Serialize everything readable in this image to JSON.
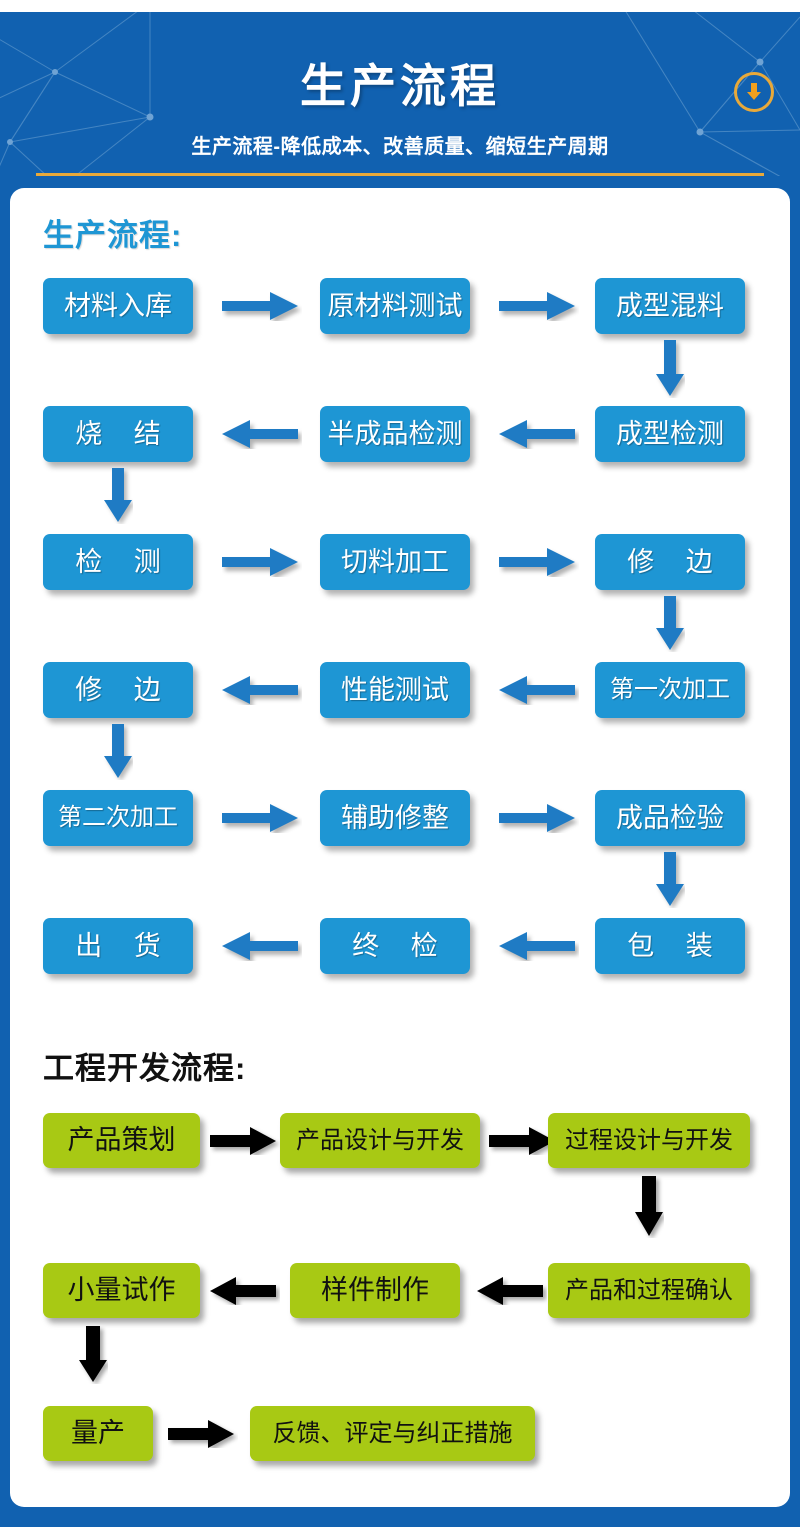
{
  "header": {
    "title": "生产流程",
    "subtitle": "生产流程-降低成本、改善质量、缩短生产周期",
    "download_icon": "download-circle-icon",
    "accent_orange": "#E8A93A",
    "background_blue": "#1161B0"
  },
  "sections": [
    {
      "id": "production",
      "heading": "生产流程:",
      "heading_color": "#1E96D4",
      "node_color": "#1E96D4",
      "node_text_color": "#FFFFFF",
      "arrow_color": "#1F7BC4",
      "rows": [
        {
          "direction": "right",
          "nodes": [
            "材料入库",
            "原材料测试",
            "成型混料"
          ]
        },
        {
          "direction": "left",
          "nodes": [
            "烧 结",
            "半成品检测",
            "成型检测"
          ]
        },
        {
          "direction": "right",
          "nodes": [
            "检 测",
            "切料加工",
            "修 边"
          ]
        },
        {
          "direction": "left",
          "nodes": [
            "修 边",
            "性能测试",
            "第一次加工"
          ]
        },
        {
          "direction": "right",
          "nodes": [
            "第二次加工",
            "辅助修整",
            "成品检验"
          ]
        },
        {
          "direction": "left",
          "nodes": [
            "出 货",
            "终 检",
            "包 装"
          ]
        }
      ]
    },
    {
      "id": "engineering",
      "heading": "工程开发流程:",
      "heading_color": "#111111",
      "node_color": "#A8C914",
      "node_text_color": "#111111",
      "arrow_color": "#000000",
      "rows": [
        {
          "direction": "right",
          "nodes": [
            "产品策划",
            "产品设计与开发",
            "过程设计与开发"
          ]
        },
        {
          "direction": "left",
          "nodes": [
            "小量试作",
            "样件制作",
            "产品和过程确认"
          ]
        },
        {
          "direction": "right",
          "nodes": [
            "量产",
            "反馈、评定与纠正措施"
          ]
        }
      ]
    }
  ],
  "labels": {
    "prod_r1c1": "材料入库",
    "prod_r1c2": "原材料测试",
    "prod_r1c3": "成型混料",
    "prod_r2c1": "烧 结",
    "prod_r2c2": "半成品检测",
    "prod_r2c3": "成型检测",
    "prod_r3c1": "检 测",
    "prod_r3c2": "切料加工",
    "prod_r3c3": "修 边",
    "prod_r4c1": "修 边",
    "prod_r4c2": "性能测试",
    "prod_r4c3": "第一次加工",
    "prod_r5c1": "第二次加工",
    "prod_r5c2": "辅助修整",
    "prod_r5c3": "成品检验",
    "prod_r6c1": "出 货",
    "prod_r6c2": "终 检",
    "prod_r6c3": "包 装",
    "eng_r1c1": "产品策划",
    "eng_r1c2": "产品设计与开发",
    "eng_r1c3": "过程设计与开发",
    "eng_r2c1": "小量试作",
    "eng_r2c2": "样件制作",
    "eng_r2c3": "产品和过程确认",
    "eng_r3c1": "量产",
    "eng_r3c2": "反馈、评定与纠正措施"
  }
}
